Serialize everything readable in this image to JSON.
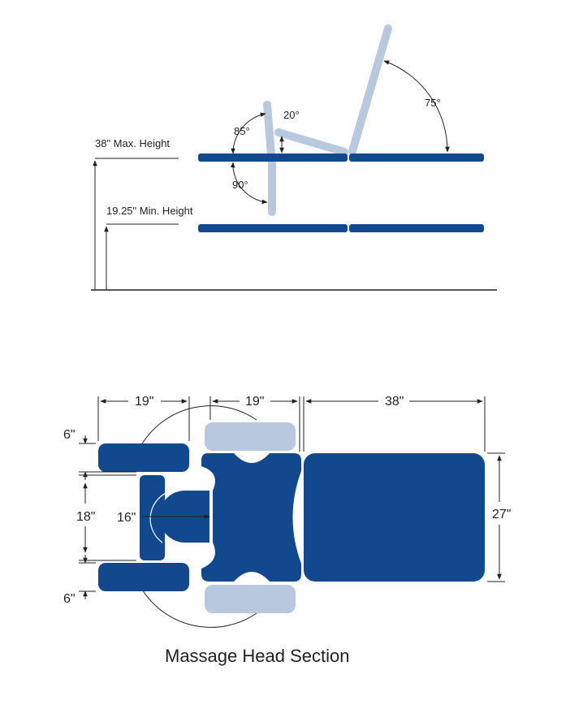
{
  "colors": {
    "dark_blue": "#12498e",
    "light_blue": "#b8c9df",
    "line": "#231f20",
    "background": "#ffffff"
  },
  "side_view": {
    "max_height_label": "38\" Max. Height",
    "min_height_label": "19.25\" Min. Height",
    "angle_85": "85°",
    "angle_90": "90°",
    "angle_20": "20°",
    "angle_75": "75°"
  },
  "top_view": {
    "dim_head_length": "19\"",
    "dim_mid_length": "19\"",
    "dim_body_length": "38\"",
    "dim_width": "27\"",
    "dim_arm_top": "6\"",
    "dim_face_span": "18\"",
    "dim_arm_bottom": "6\"",
    "dim_face_depth": "16\""
  },
  "caption": "Massage Head Section"
}
